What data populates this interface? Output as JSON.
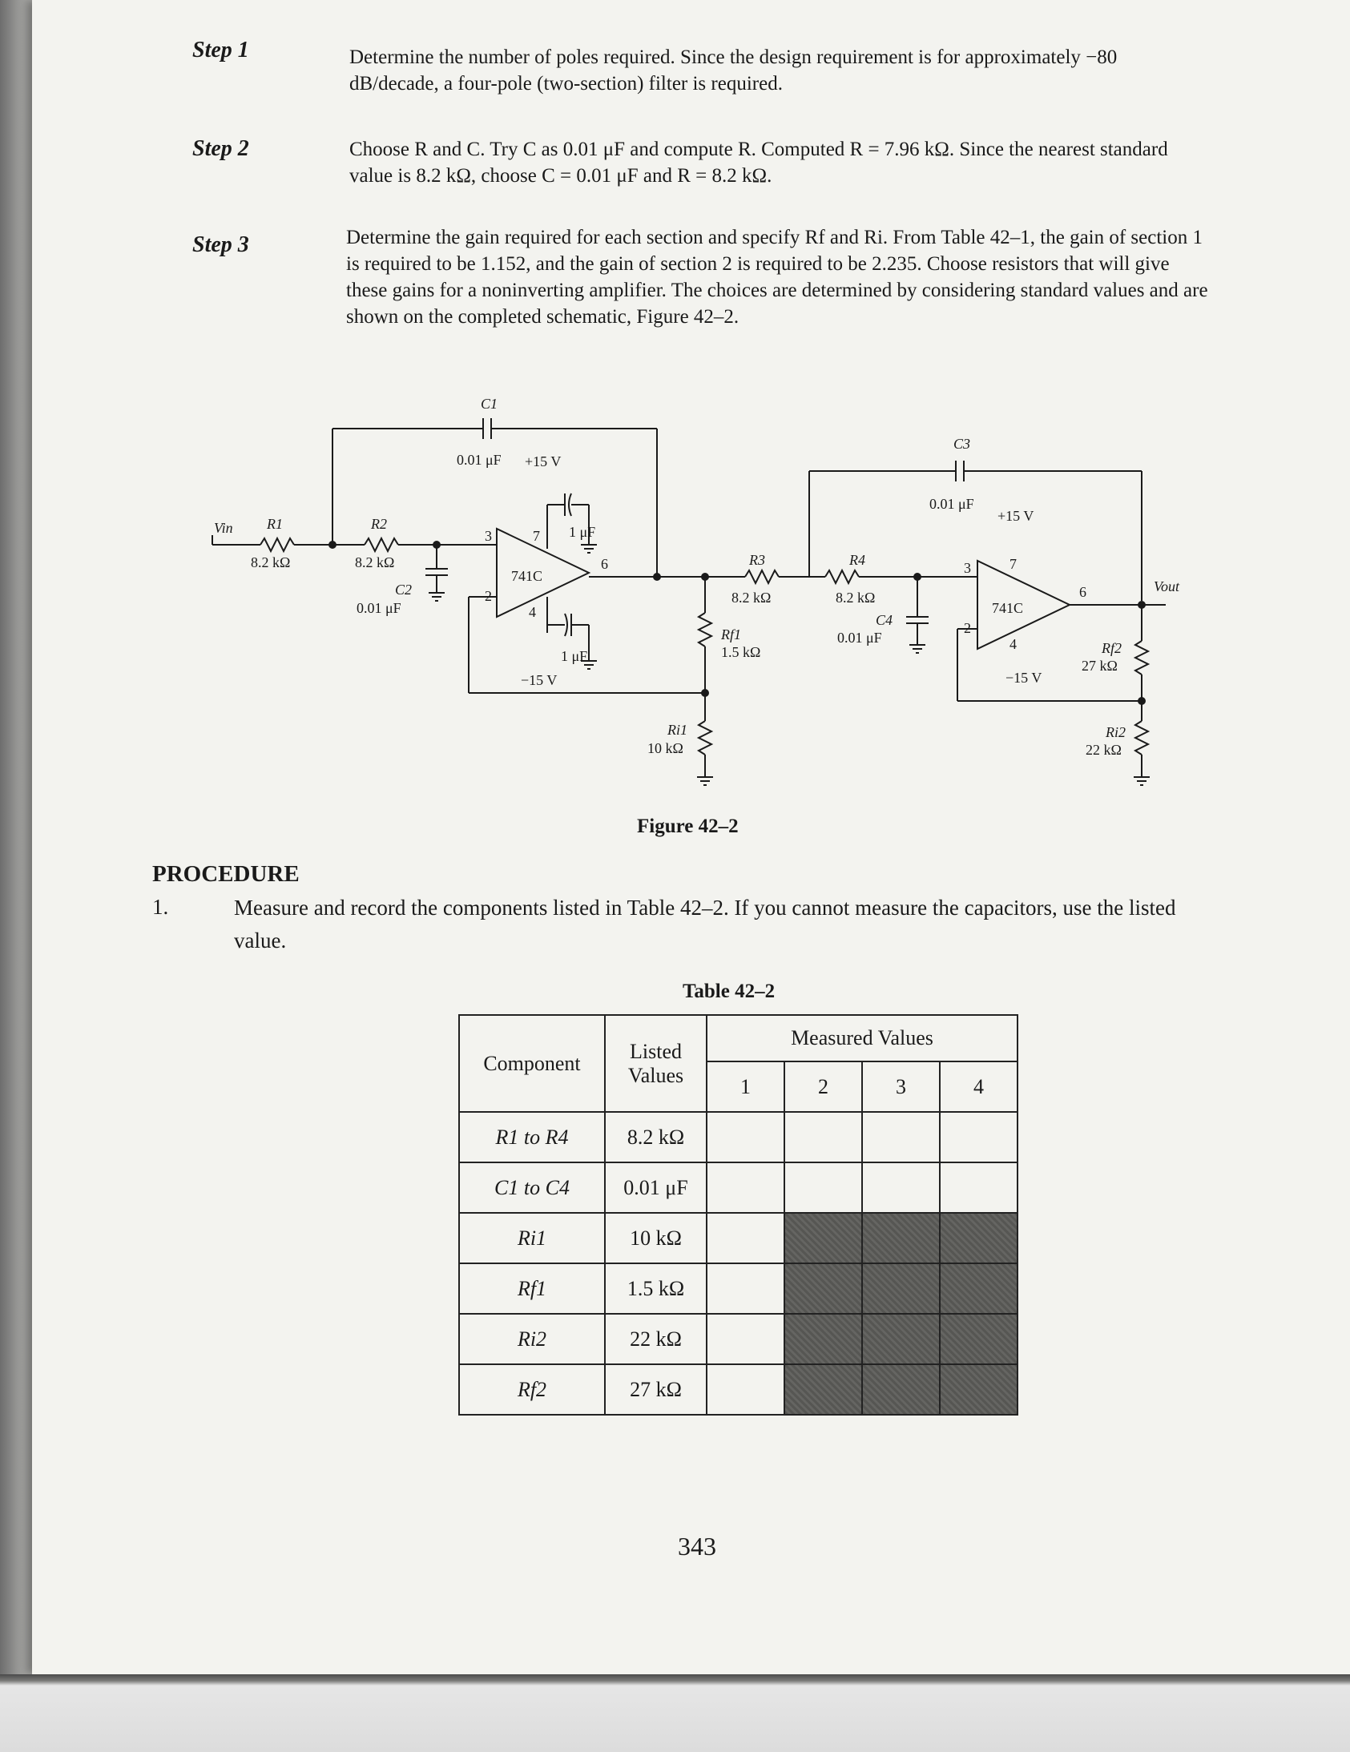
{
  "steps": [
    {
      "label": "Step 1",
      "text": "Determine the number of poles required. Since the design requirement is for approximately −80 dB/decade, a four-pole (two-section) filter is required."
    },
    {
      "label": "Step 2",
      "text": "Choose R and C. Try C as 0.01 μF and compute R. Computed R = 7.96 kΩ. Since the nearest standard value is 8.2 kΩ, choose C = 0.01 μF and R = 8.2 kΩ."
    },
    {
      "label": "Step 3",
      "text": "Determine the gain required for each section and specify Rf and Ri. From Table 42–1, the gain of section 1 is required to be 1.152, and the gain of section 2 is required to be 2.235. Choose resistors that will give these gains for a noninverting amplifier. The choices are determined by considering standard values and are shown on the completed schematic, Figure 42–2."
    }
  ],
  "schematic": {
    "vin": "Vin",
    "vout": "Vout",
    "r1": "R1",
    "r1_val": "8.2 kΩ",
    "r2": "R2",
    "r2_val": "8.2 kΩ",
    "c1": "C1",
    "c1_val": "0.01 μF",
    "c2": "C2",
    "c2_val": "0.01 μF",
    "r3": "R3",
    "r3_val": "8.2 kΩ",
    "r4": "R4",
    "r4_val": "8.2 kΩ",
    "c3": "C3",
    "c3_val": "0.01 μF",
    "c4": "C4",
    "c4_val": "0.01 μF",
    "rf1": "Rf1",
    "rf1_val": "1.5 kΩ",
    "ri1": "Ri1",
    "ri1_val": "10 kΩ",
    "rf2": "Rf2",
    "rf2_val": "27 kΩ",
    "ri2": "Ri2",
    "ri2_val": "22 kΩ",
    "opamp": "741C",
    "vpos": "+15 V",
    "vneg": "−15 V",
    "bypass": "1 μF",
    "pin3": "3",
    "pin2": "2",
    "pin7": "7",
    "pin4": "4",
    "pin6": "6"
  },
  "figure_label": "Figure 42–2",
  "procedure": {
    "title": "PROCEDURE",
    "number": "1.",
    "text": "Measure and record the components listed in Table 42–2. If you cannot measure the capacitors, use the listed value."
  },
  "table": {
    "caption": "Table 42–2",
    "header_component": "Component",
    "header_listed": "Listed Values",
    "header_measured": "Measured Values",
    "measured_columns": [
      "1",
      "2",
      "3",
      "4"
    ],
    "rows": [
      {
        "component": "R1 to R4",
        "listed": "8.2 kΩ"
      },
      {
        "component": "C1 to C4",
        "listed": "0.01 μF"
      },
      {
        "component": "Ri1",
        "listed": "10 kΩ"
      },
      {
        "component": "Rf1",
        "listed": "1.5 kΩ"
      },
      {
        "component": "Ri2",
        "listed": "22 kΩ"
      },
      {
        "component": "Rf2",
        "listed": "27 kΩ"
      }
    ]
  },
  "page_number": "343"
}
